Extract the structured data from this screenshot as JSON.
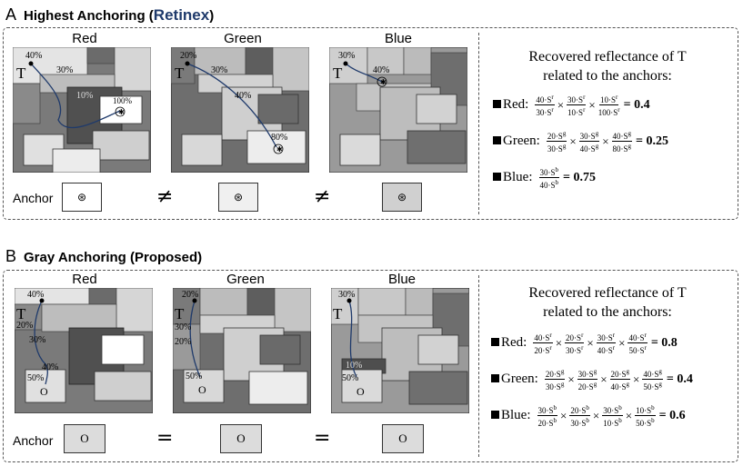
{
  "sections": [
    {
      "letter": "A",
      "title_main": "Highest Anchoring (",
      "title_accent": "Retinex",
      "title_end": ")",
      "columns": [
        {
          "name": "Red",
          "path_labels": [
            "40%",
            "30%",
            "10%",
            "100%"
          ],
          "target_label": "T"
        },
        {
          "name": "Green",
          "path_labels": [
            "20%",
            "30%",
            "40%",
            "80%"
          ],
          "target_label": "T"
        },
        {
          "name": "Blue",
          "path_labels": [
            "30%",
            "40%"
          ],
          "target_label": "T"
        }
      ],
      "anchor_label": "Anchor",
      "anchor_symbol": "⊛",
      "relations": [
        "≠",
        "≠"
      ],
      "equation_title_line1": "Recovered reflectance of T",
      "equation_title_line2": "related to the anchors:",
      "equations": [
        {
          "label": "Red:",
          "terms": [
            [
              "40·S^r",
              "30·S^r"
            ],
            [
              "30·S^r",
              "10·S^r"
            ],
            [
              "10·S^r",
              "100·S^r"
            ]
          ],
          "result": "= 0.4"
        },
        {
          "label": "Green:",
          "terms": [
            [
              "20·S^g",
              "30·S^g"
            ],
            [
              "30·S^g",
              "40·S^g"
            ],
            [
              "40·S^g",
              "80·S^g"
            ]
          ],
          "result": "= 0.25"
        },
        {
          "label": "Blue:",
          "terms": [
            [
              "30·S^b",
              "40·S^b"
            ]
          ],
          "result": "= 0.75"
        }
      ]
    },
    {
      "letter": "B",
      "title_main": "Gray Anchoring (Proposed)",
      "title_accent": "",
      "title_end": "",
      "columns": [
        {
          "name": "Red",
          "path_labels": [
            "40%",
            "20%",
            "30%",
            "40%",
            "50%"
          ],
          "target_label": "T"
        },
        {
          "name": "Green",
          "path_labels": [
            "20%",
            "30%",
            "20%",
            "50%"
          ],
          "target_label": "T"
        },
        {
          "name": "Blue",
          "path_labels": [
            "30%",
            "10%",
            "50%"
          ],
          "target_label": "T"
        }
      ],
      "anchor_label": "Anchor",
      "anchor_symbol": "O",
      "relations": [
        "=",
        "="
      ],
      "equation_title_line1": "Recovered reflectance of T",
      "equation_title_line2": "related to the anchors:",
      "equations": [
        {
          "label": "Red:",
          "terms": [
            [
              "40·S^r",
              "20·S^r"
            ],
            [
              "20·S^r",
              "30·S^r"
            ],
            [
              "30·S^r",
              "40·S^r"
            ],
            [
              "40·S^r",
              "50·S^r"
            ]
          ],
          "result": "= 0.8"
        },
        {
          "label": "Green:",
          "terms": [
            [
              "20·S^g",
              "30·S^g"
            ],
            [
              "30·S^g",
              "20·S^g"
            ],
            [
              "20·S^g",
              "40·S^g"
            ],
            [
              "40·S^g",
              "50·S^g"
            ]
          ],
          "result": "= 0.4"
        },
        {
          "label": "Blue:",
          "terms": [
            [
              "30·S^b",
              "20·S^b"
            ],
            [
              "20·S^b",
              "30·S^b"
            ],
            [
              "30·S^b",
              "10·S^b"
            ],
            [
              "10·S^b",
              "50·S^b"
            ]
          ],
          "result": "= 0.6"
        }
      ]
    }
  ]
}
